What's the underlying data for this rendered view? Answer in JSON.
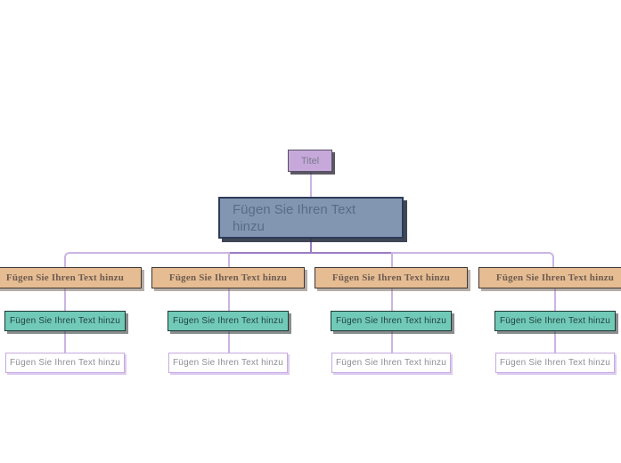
{
  "mindmap": {
    "root": {
      "label": "Titel"
    },
    "main_topic": {
      "label": "Fügen Sie Ihren Text hinzu"
    },
    "branches": [
      {
        "topic": "Fügen Sie Ihren Text hinzu",
        "subtopic": "Fügen Sie Ihren Text hinzu",
        "leaf": "Fügen Sie Ihren Text hinzu"
      },
      {
        "topic": "Fügen Sie Ihren Text hinzu",
        "subtopic": "Fügen Sie Ihren Text hinzu",
        "leaf": "Fügen Sie Ihren Text hinzu"
      },
      {
        "topic": "Fügen Sie Ihren Text hinzu",
        "subtopic": "Fügen Sie Ihren Text hinzu",
        "leaf": "Fügen Sie Ihren Text hinzu"
      },
      {
        "topic": "Fügen Sie Ihren Text hinzu",
        "subtopic": "Fügen Sie Ihren Text hinzu",
        "leaf": "Fügen Sie Ihren Text hinzu"
      }
    ],
    "colors": {
      "root_fill": "#c6a9da",
      "root_border": "#575064",
      "main_fill": "#8296b1",
      "main_border": "#2c3c58",
      "main_text": "#5a6a87",
      "level1_fill": "#e6bc93",
      "level1_border": "#3e3833",
      "level1_text": "#6e5c4f",
      "level2_fill": "#71c9b7",
      "level2_border": "#1d3a36",
      "level2_text": "#234440",
      "level3_fill": "#ffffff",
      "level3_border": "#c7a9e1",
      "level3_text": "#8f8f97",
      "connector_light": "#cbb5e3",
      "connector_dark": "#9d7bc3"
    }
  }
}
